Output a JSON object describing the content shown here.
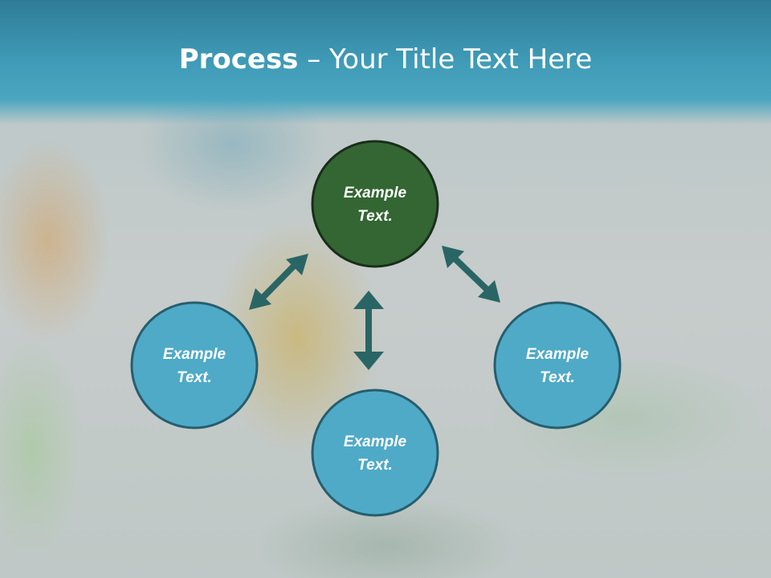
{
  "header": {
    "title_bold": "Process",
    "title_rest": " – Your Title Text Here"
  },
  "colors": {
    "header": "#3f9bb7",
    "center_node": "#336633",
    "outer_node": "#4faac7",
    "arrow": "#2a6565"
  },
  "nodes": {
    "top": {
      "line1": "Example",
      "line2": "Text."
    },
    "left": {
      "line1": "Example",
      "line2": "Text."
    },
    "right": {
      "line1": "Example",
      "line2": "Text."
    },
    "bottom": {
      "line1": "Example",
      "line2": "Text."
    }
  }
}
